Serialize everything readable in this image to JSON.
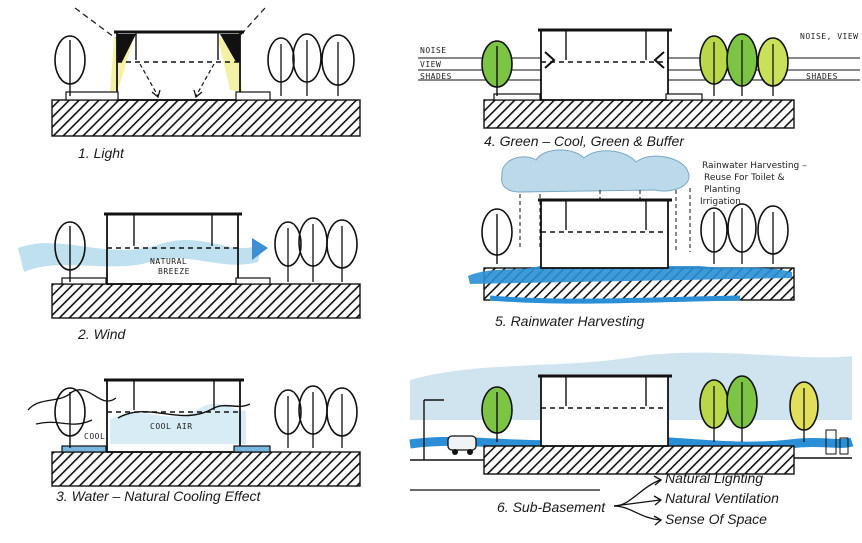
{
  "panels": [
    {
      "caption": "1. Light"
    },
    {
      "caption": "2. Wind",
      "sketch_text": [
        "NATURAL",
        "BREEZE"
      ]
    },
    {
      "caption": "3. Water – Natural Cooling Effect",
      "sketch_text": [
        "COOL AIR",
        "COOL"
      ]
    },
    {
      "caption": "4. Green – Cool, Green & Buffer",
      "sketch_text": [
        "NOISE",
        "VIEW",
        "SHADES",
        "NOISE, VIEW",
        "SHADES"
      ]
    },
    {
      "caption": "5. Rainwater Harvesting",
      "note_lines": [
        "Rainwater Harvesting –",
        "Reuse For Toilet &",
        "Planting",
        "Irrigation"
      ]
    },
    {
      "caption": "6. Sub-Basement",
      "benefits": [
        "Natural Lighting",
        "Natural Ventilation",
        "Sense Of Space"
      ]
    }
  ],
  "colors": {
    "ink": "#1a1a1a",
    "light": "#f3ef9c",
    "wind": "#a8d6ea",
    "water": "#2a8fd6",
    "green": "#7cc443",
    "cloud": "#bcd9ea"
  }
}
